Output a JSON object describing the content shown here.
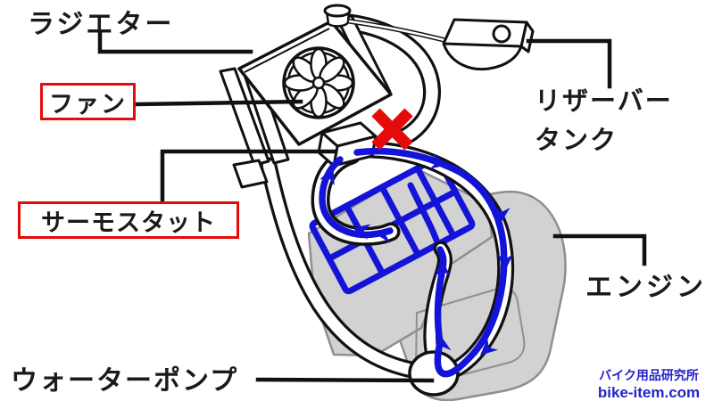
{
  "labels": {
    "radiator": "ラジエター",
    "fan": "ファン",
    "thermostat": "サーモスタット",
    "reservoir_line1": "リザーバー",
    "reservoir_line2": "タンク",
    "engine": "エンジン",
    "water_pump": "ウォーターポンプ"
  },
  "footer": {
    "site_name": "バイク用品研究所",
    "site_url": "bike-item.com"
  },
  "colors": {
    "outline": "#111111",
    "coolant_flow_blue": "#1414d8",
    "blocked_x_red": "#e60b0b",
    "label_box_border_red": "#e60b0b",
    "engine_fill_gray": "#d2d2d2",
    "engine_outline_gray": "#8f8f8f",
    "credit_text_blue": "#2323c8"
  },
  "icons": {
    "blocked_marker": "x-icon",
    "fan": "fan-icon",
    "flow_direction": "arrow-icon"
  }
}
